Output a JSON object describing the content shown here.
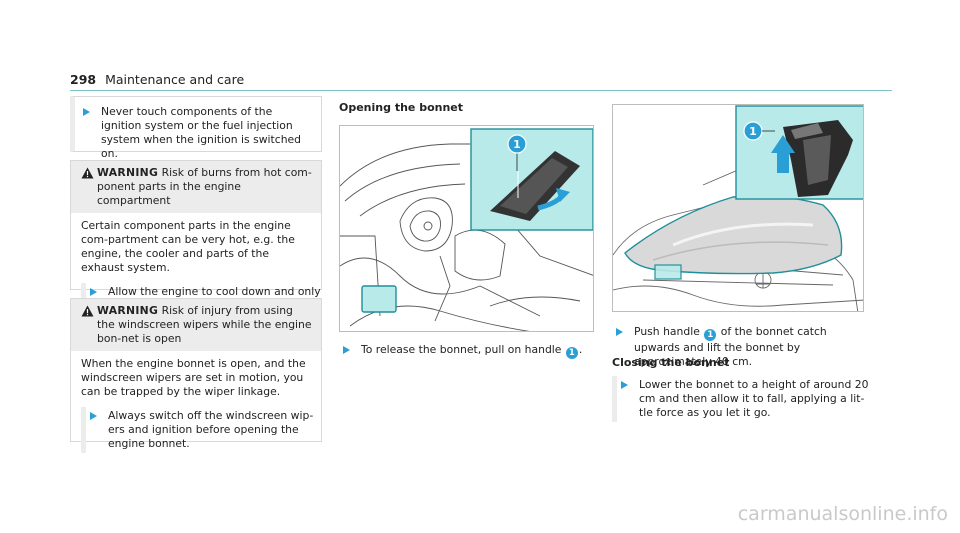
{
  "header": {
    "page_number": "298",
    "section": "Maintenance and care"
  },
  "tip_box": {
    "step_text": "Never touch components of the ignition system or the fuel injection system when the ignition is switched on."
  },
  "warning1": {
    "label": "WARNING",
    "title": "Risk of burns from hot com-ponent parts in the engine compartment",
    "body": "Certain component parts in the engine com-partment can be very hot, e.g. the engine, the cooler and parts of the exhaust system.",
    "step_text": "Allow the engine to cool down and only touch component parts described in the following."
  },
  "warning2": {
    "label": "WARNING",
    "title": "Risk of injury from using the windscreen wipers while the engine bon-net is open",
    "body": "When the engine bonnet is open, and the windscreen wipers are set in motion, you can be trapped by the wiper linkage.",
    "step_text": "Always switch off the windscreen wip-ers and ignition before opening the engine bonnet."
  },
  "opening": {
    "title": "Opening the bonnet",
    "callout": "1",
    "step_prefix": "To release the bonnet, pull on handle",
    "step_suffix": "."
  },
  "raise": {
    "callout": "1",
    "step_prefix": "Push handle",
    "step_suffix": "of the bonnet catch upwards and lift the bonnet by approximately 40 cm."
  },
  "closing": {
    "title": "Closing the bonnet",
    "step_text": "Lower the bonnet to a height of around 20 cm and then allow it to fall, applying a lit-tle force as you let it go."
  },
  "watermark": "carmanualsonline.info",
  "colors": {
    "accent": "#2a9fd6",
    "highlight": "#b9eaea",
    "outline": "#1f8f99"
  }
}
